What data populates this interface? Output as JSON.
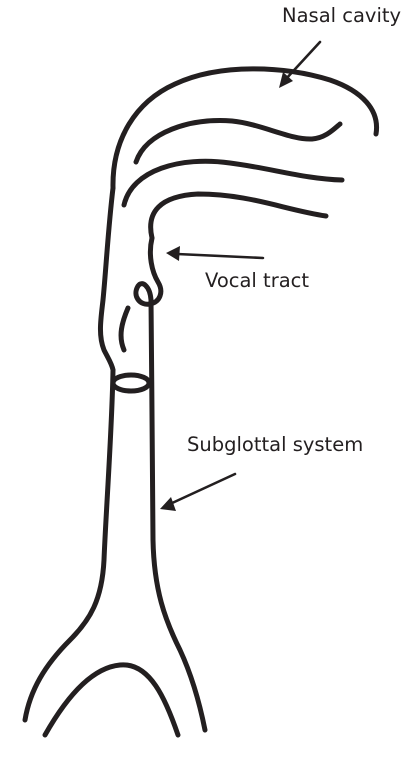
{
  "diagram": {
    "labels": {
      "nasal_cavity": "Nasal cavity",
      "vocal_tract": "Vocal tract",
      "subglottal_system": "Subglottal system"
    },
    "colors": {
      "line": "#231f20",
      "background": "#ffffff"
    }
  }
}
